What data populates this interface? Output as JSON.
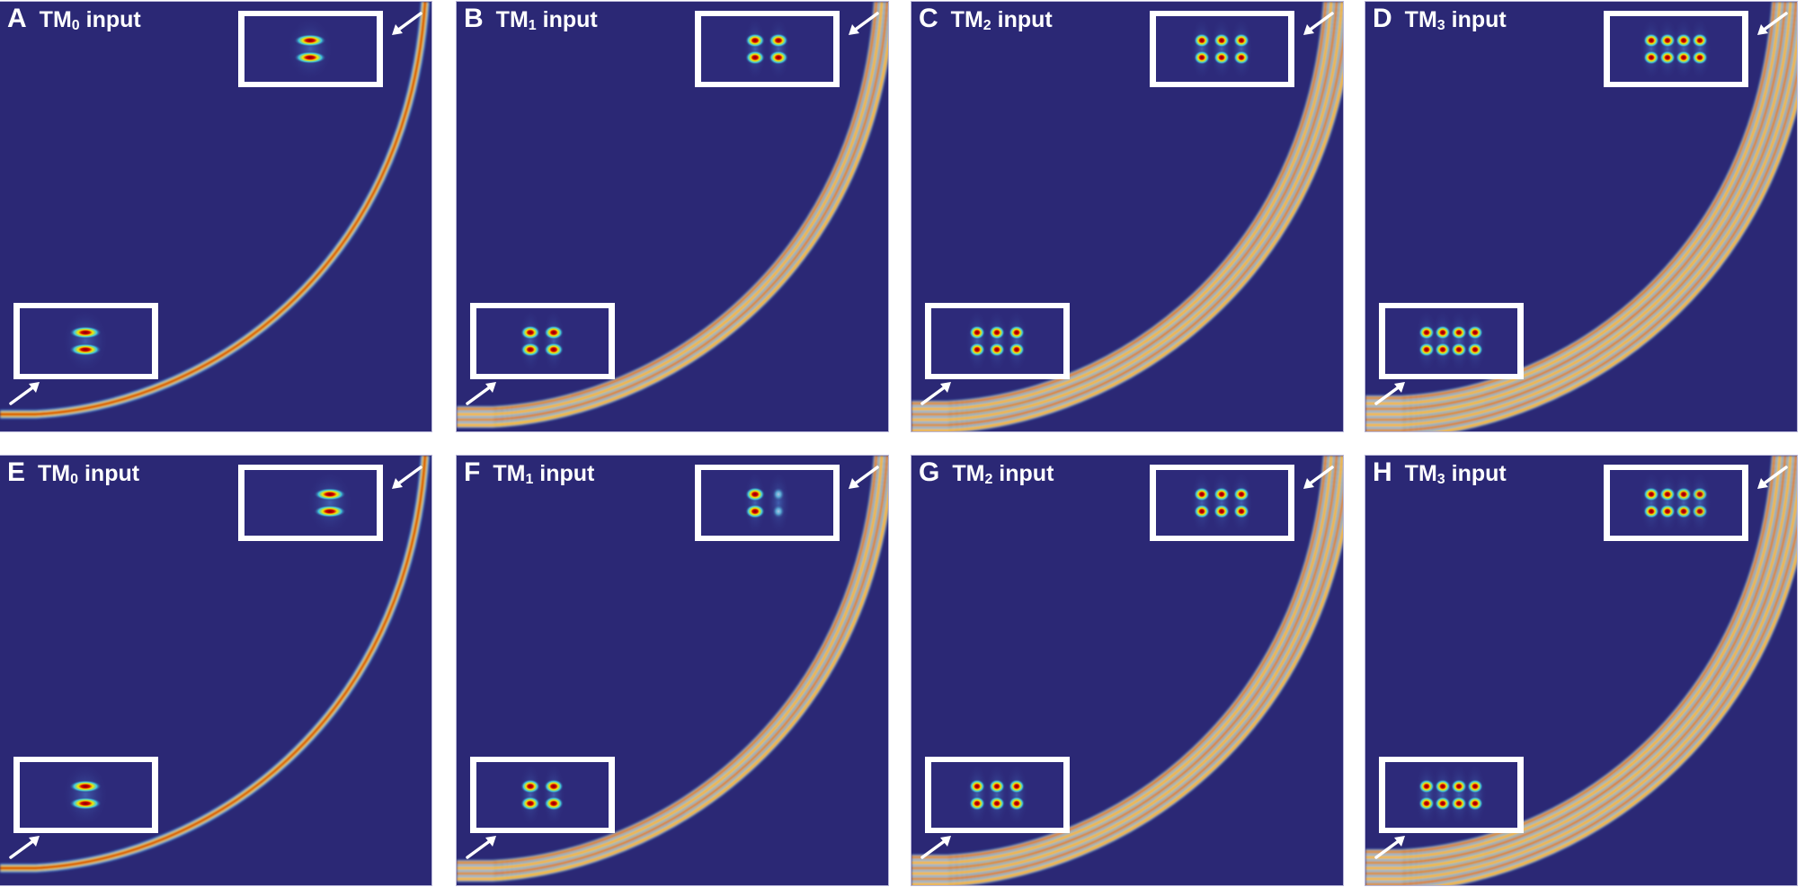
{
  "figure": {
    "background_color": "#2b2875",
    "colormap": [
      "#2b2875",
      "#1e90ff",
      "#40e0d0",
      "#f5f500",
      "#ff8c00",
      "#d40000",
      "#7a0000"
    ],
    "panels": [
      {
        "letter": "A",
        "mode_prefix": "TM",
        "mode_index": "0",
        "mode_suffix": " input",
        "row": 1,
        "col": 1,
        "input_lobes": 1,
        "output_lobes": 1,
        "output_weights": [
          1
        ],
        "strands": 1
      },
      {
        "letter": "B",
        "mode_prefix": "TM",
        "mode_index": "1",
        "mode_suffix": " input",
        "row": 1,
        "col": 2,
        "input_lobes": 2,
        "output_lobes": 2,
        "output_weights": [
          1,
          1
        ],
        "strands": 2
      },
      {
        "letter": "C",
        "mode_prefix": "TM",
        "mode_index": "2",
        "mode_suffix": " input",
        "row": 1,
        "col": 3,
        "input_lobes": 3,
        "output_lobes": 3,
        "output_weights": [
          1,
          1,
          1
        ],
        "strands": 3
      },
      {
        "letter": "D",
        "mode_prefix": "TM",
        "mode_index": "3",
        "mode_suffix": " input",
        "row": 1,
        "col": 4,
        "input_lobes": 4,
        "output_lobes": 4,
        "output_weights": [
          1,
          1,
          1,
          1
        ],
        "strands": 4
      },
      {
        "letter": "E",
        "mode_prefix": "TM",
        "mode_index": "0",
        "mode_suffix": " input",
        "row": 2,
        "col": 1,
        "input_lobes": 1,
        "output_lobes": 1,
        "output_weights": [
          1
        ],
        "strands": 1,
        "output_offset": 0.25
      },
      {
        "letter": "F",
        "mode_prefix": "TM",
        "mode_index": "1",
        "mode_suffix": " input",
        "row": 2,
        "col": 2,
        "input_lobes": 2,
        "output_lobes": 2,
        "output_weights": [
          1,
          0.35
        ],
        "strands": 2
      },
      {
        "letter": "G",
        "mode_prefix": "TM",
        "mode_index": "2",
        "mode_suffix": " input",
        "row": 2,
        "col": 3,
        "input_lobes": 3,
        "output_lobes": 3,
        "output_weights": [
          1,
          0.8,
          0.8
        ],
        "strands": 3
      },
      {
        "letter": "H",
        "mode_prefix": "TM",
        "mode_index": "3",
        "mode_suffix": " input",
        "row": 2,
        "col": 4,
        "input_lobes": 4,
        "output_lobes": 4,
        "output_weights": [
          1,
          0.6,
          0.55,
          0.5
        ],
        "strands": 4
      }
    ]
  }
}
